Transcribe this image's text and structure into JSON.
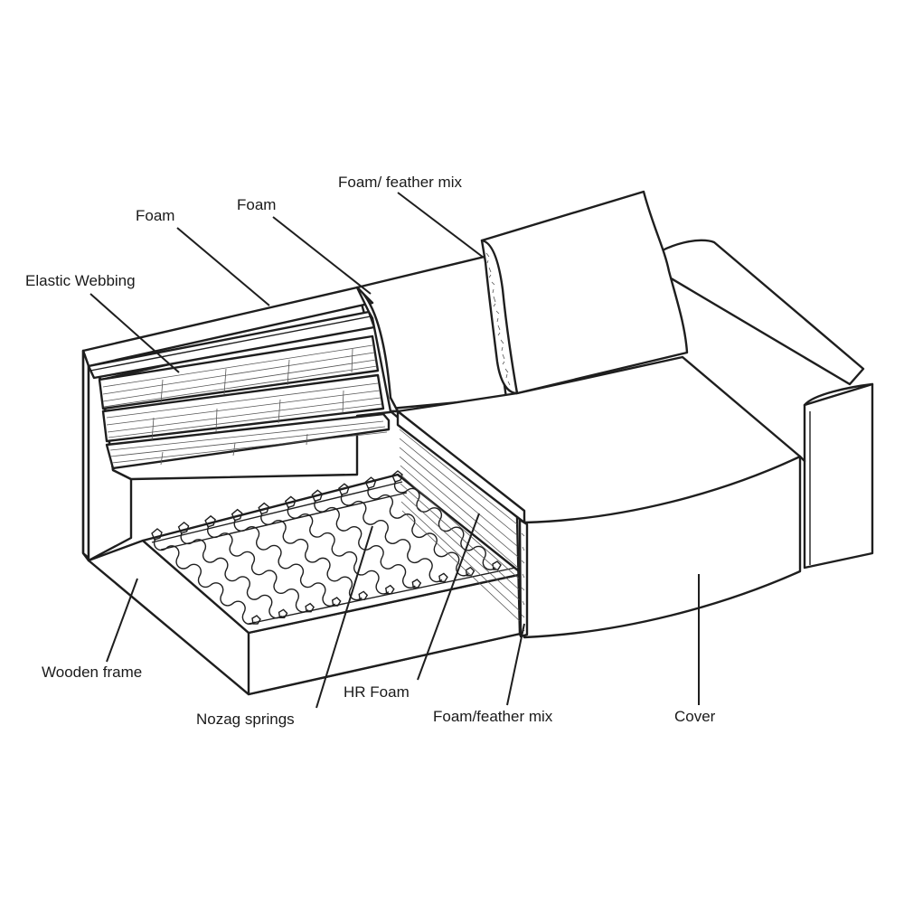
{
  "labels": {
    "foam_feather_top": "Foam/ feather mix",
    "foam_left": "Foam",
    "foam_right": "Foam",
    "elastic_webbing": "Elastic Webbing",
    "wooden_frame": "Wooden frame",
    "nozag_springs": "Nozag springs",
    "hr_foam": "HR Foam",
    "foam_feather_bottom": "Foam/feather mix",
    "cover": "Cover"
  },
  "colors": {
    "line": "#1e1e1e",
    "background": "#ffffff",
    "text": "#1a1a1a"
  }
}
